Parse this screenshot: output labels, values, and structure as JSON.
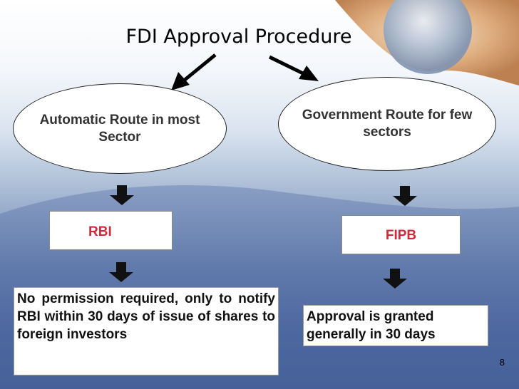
{
  "title": "FDI Approval Procedure",
  "automatic_route": "Automatic Route in most Sector",
  "government_route": "Government Route for few sectors",
  "rbi": "RBI",
  "fipb": "FIPB",
  "rbi_note": "No permission required, only to notify RBI within 30 days of issue of shares to foreign investors",
  "fipb_note": "Approval is granted generally  in 30 days",
  "page_number": "8",
  "colors": {
    "accent_text": "#d2283c",
    "background_blue": "#5a74a8"
  }
}
